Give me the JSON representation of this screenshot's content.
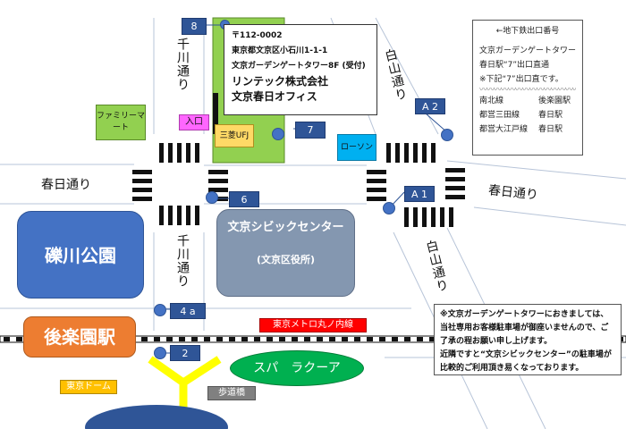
{
  "exit_info": {
    "title": "←地下鉄出口番号",
    "line1": "文京ガーデンゲートタワー",
    "line2": "春日駅“7”出口直通",
    "line3": "※下記“7”出口直です。",
    "routes": [
      {
        "line": "南北線",
        "station": "後楽園駅"
      },
      {
        "line": "都営三田線",
        "station": "春日駅"
      },
      {
        "line": "都営大江戸線",
        "station": "春日駅"
      }
    ]
  },
  "address": {
    "postal": "〒112-0002",
    "street": "東京都文京区小石川1-1-1",
    "building": "文京ガーデンゲートタワー8F (受付)",
    "company": "リンテック株式会社",
    "office": "文京春日オフィス"
  },
  "roads": {
    "senkawa_north": "千川通り",
    "senkawa_south": "千川通り",
    "kasuga_west": "春日通り",
    "kasuga_east": "春日通り",
    "hakusan_north": "白山通り",
    "hakusan_south": "白山通り"
  },
  "exits": {
    "e8": "8",
    "e7": "7",
    "e6": "6",
    "a2": "A 2",
    "a1": "A 1",
    "e4a": "4 a",
    "e2": "2"
  },
  "places": {
    "familymart": "ファミリーマート",
    "entrance": "入口",
    "bank": "三菱UFJ",
    "lawson": "ローソン",
    "civic_center": "文京シビックセンター",
    "civic_center_sub": "(文京区役所)",
    "park": "礫川公園",
    "korakuen_station": "後楽園駅",
    "metro_line": "東京メトロ丸ノ内線",
    "spa": "スパ　ラクーア",
    "tokyo_dome": "東京ドーム",
    "footbridge": "歩道橋"
  },
  "parking_note": [
    "※文京ガーデンゲートタワーにおきましては、",
    "当社専用お客様駐車場が御座いませんので、ご",
    "了承の程お願い申し上げます。",
    "近隣ですと“文京シビックセンター”の駐車場が",
    "比較的ご利用頂き易くなっております。"
  ],
  "colors": {
    "exit_blue": "#2f5597",
    "park_blue": "#4472c4",
    "station_orange": "#ed7d31",
    "building_green": "#92d050",
    "spa_green": "#00b050",
    "civic_gray": "#8497b0",
    "rail_red": "#ff0000",
    "lawson_blue": "#00b0f0",
    "entrance_pink": "#ff66ff",
    "bank_yellow": "#ffd966",
    "footbridge_yellow": "#ffff00",
    "dome_label": "#ffc000",
    "sign_gray": "#808080"
  }
}
